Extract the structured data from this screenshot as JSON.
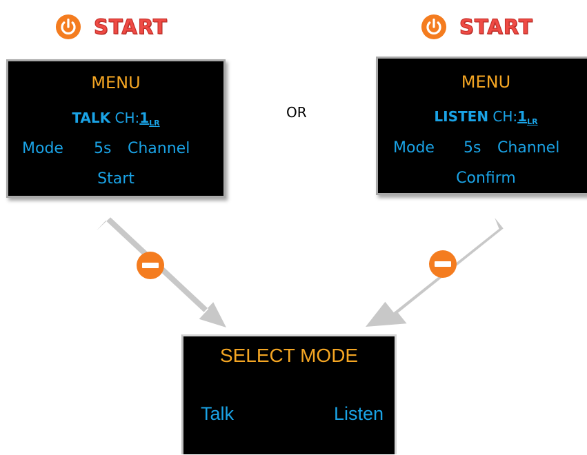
{
  "start_label": "START",
  "or_label": "OR",
  "left_screen": {
    "title": "MENU",
    "mode_word": "TALK",
    "channel_prefix": "CH:",
    "channel_number": "1",
    "channel_suffix": "LR",
    "row3": {
      "left": "Mode",
      "middle": "5s",
      "right": "Channel"
    },
    "action": "Start"
  },
  "right_screen": {
    "title": "MENU",
    "mode_word": "LISTEN",
    "channel_prefix": "CH:",
    "channel_number": "1",
    "channel_suffix": "LR",
    "row3": {
      "left": "Mode",
      "middle": "5s",
      "right": "Channel"
    },
    "action": "Confirm"
  },
  "select_screen": {
    "title": "SELECT MODE",
    "option_left": "Talk",
    "option_right": "Listen"
  },
  "icons": {
    "power": "power-icon",
    "minus": "minus-circle-icon",
    "arrow": "arrow-icon"
  },
  "colors": {
    "orange": "#f5a623",
    "icon_orange": "#f47c1f",
    "start_red": "#ef4b45",
    "screen_blue": "#1aa3e6",
    "arrow_gray": "#c8c8c8"
  }
}
